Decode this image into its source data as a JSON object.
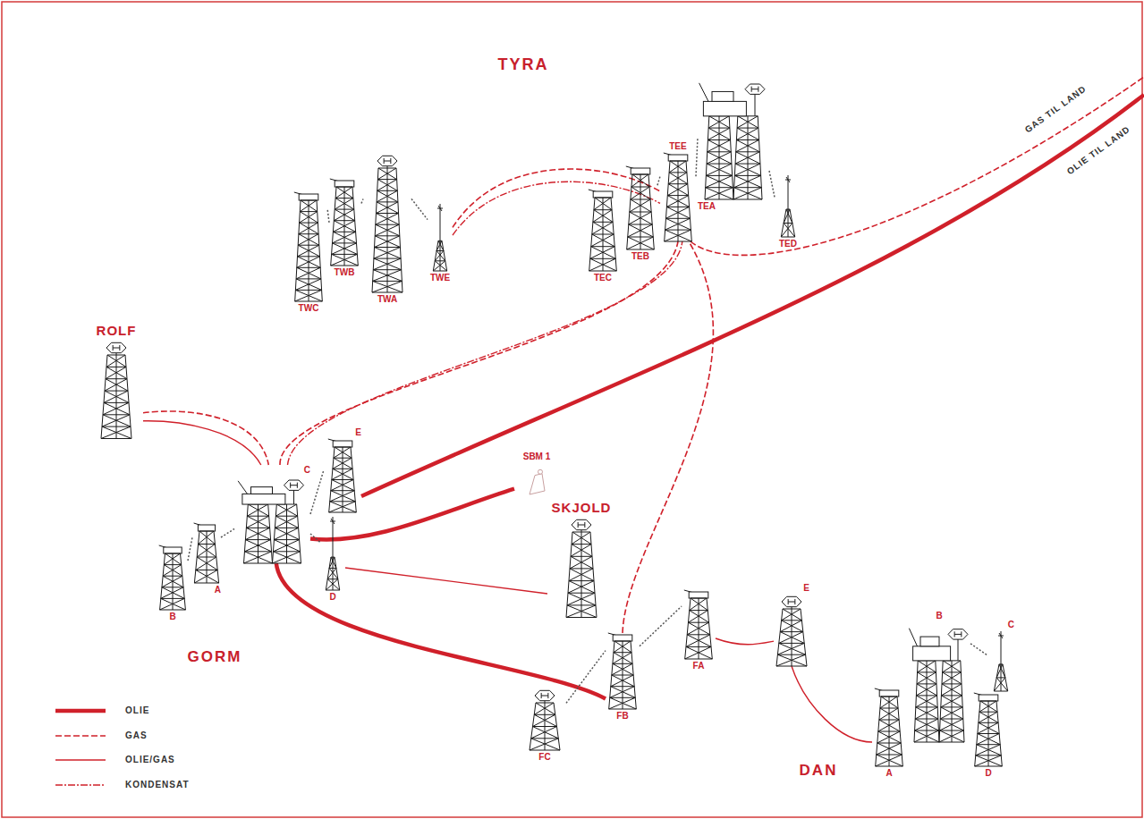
{
  "diagram": {
    "nodes": [
      {
        "text": [
          "TWC"
        ]
      },
      {
        "text": [
          "TWB"
        ]
      },
      {
        "text": [
          "TWA"
        ]
      },
      {
        "text": [
          "TWE"
        ]
      },
      {
        "text": [
          "TEC"
        ]
      },
      {
        "text": [
          "TEB"
        ]
      },
      {
        "text": [
          "TEE"
        ]
      },
      {
        "text": [
          "TEA"
        ]
      },
      {
        "text": [
          "TED"
        ]
      },
      {
        "text": [
          "ROLF"
        ]
      },
      {
        "text": [
          "C"
        ]
      },
      {
        "text": [
          "E"
        ]
      },
      {
        "text": [
          "A"
        ]
      },
      {
        "text": [
          "B"
        ]
      },
      {
        "text": [
          "D"
        ]
      },
      {
        "text": [
          "SBM 1"
        ]
      },
      {
        "text": [
          "SKJOLD"
        ]
      },
      {
        "text": [
          "FC"
        ]
      },
      {
        "text": [
          "FB"
        ]
      },
      {
        "text": [
          "FA"
        ]
      },
      {
        "text": [
          "E"
        ]
      },
      {
        "text": [
          "B"
        ]
      },
      {
        "text": [
          "A"
        ]
      },
      {
        "text": [
          "D"
        ]
      },
      {
        "text": [
          "C"
        ]
      }
    ],
    "edges": [
      {
        "from": 3,
        "to": 6,
        "arrow": "none"
      },
      {
        "from": 3,
        "to": 6,
        "arrow": "none"
      },
      {
        "from": 9,
        "to": 10,
        "arrow": "none"
      },
      {
        "from": 9,
        "to": 10,
        "arrow": "none"
      },
      {
        "from": 10,
        "to": 6,
        "arrow": "none"
      },
      {
        "from": 10,
        "to": 6,
        "arrow": "none"
      },
      {
        "from": 10,
        "to": 15,
        "arrow": "none"
      },
      {
        "from": 14,
        "to": 16,
        "arrow": "none"
      },
      {
        "from": 10,
        "to": 18,
        "arrow": "none"
      },
      {
        "from": 18,
        "to": 6,
        "arrow": "none"
      },
      {
        "from": 19,
        "to": 20,
        "arrow": "none"
      },
      {
        "from": 20,
        "to": 22,
        "arrow": "none"
      },
      {
        "from": 0,
        "to": 1,
        "arrow": "none"
      },
      {
        "from": 1,
        "to": 2,
        "arrow": "none"
      },
      {
        "from": 2,
        "to": 3,
        "arrow": "none"
      },
      {
        "from": 5,
        "to": 6,
        "arrow": "none"
      },
      {
        "from": 6,
        "to": 7,
        "arrow": "none"
      },
      {
        "from": 7,
        "to": 8,
        "arrow": "none"
      },
      {
        "from": 13,
        "to": 12,
        "arrow": "none"
      },
      {
        "from": 12,
        "to": 10,
        "arrow": "none"
      },
      {
        "from": 10,
        "to": 11,
        "arrow": "none"
      },
      {
        "from": 10,
        "to": 14,
        "arrow": "none"
      },
      {
        "from": 17,
        "to": 18,
        "arrow": "none"
      },
      {
        "from": 18,
        "to": 19,
        "arrow": "none"
      },
      {
        "from": 21,
        "to": 24,
        "arrow": "none"
      }
    ],
    "labels": [
      "TYRA",
      "GORM",
      "DAN",
      "GAS TIL LAND",
      "OLIE TIL LAND"
    ],
    "legend": [
      {
        "text": "OLIE"
      },
      {
        "text": "GAS"
      },
      {
        "text": "OLIE/GAS"
      },
      {
        "text": "KONDENSAT"
      }
    ]
  }
}
